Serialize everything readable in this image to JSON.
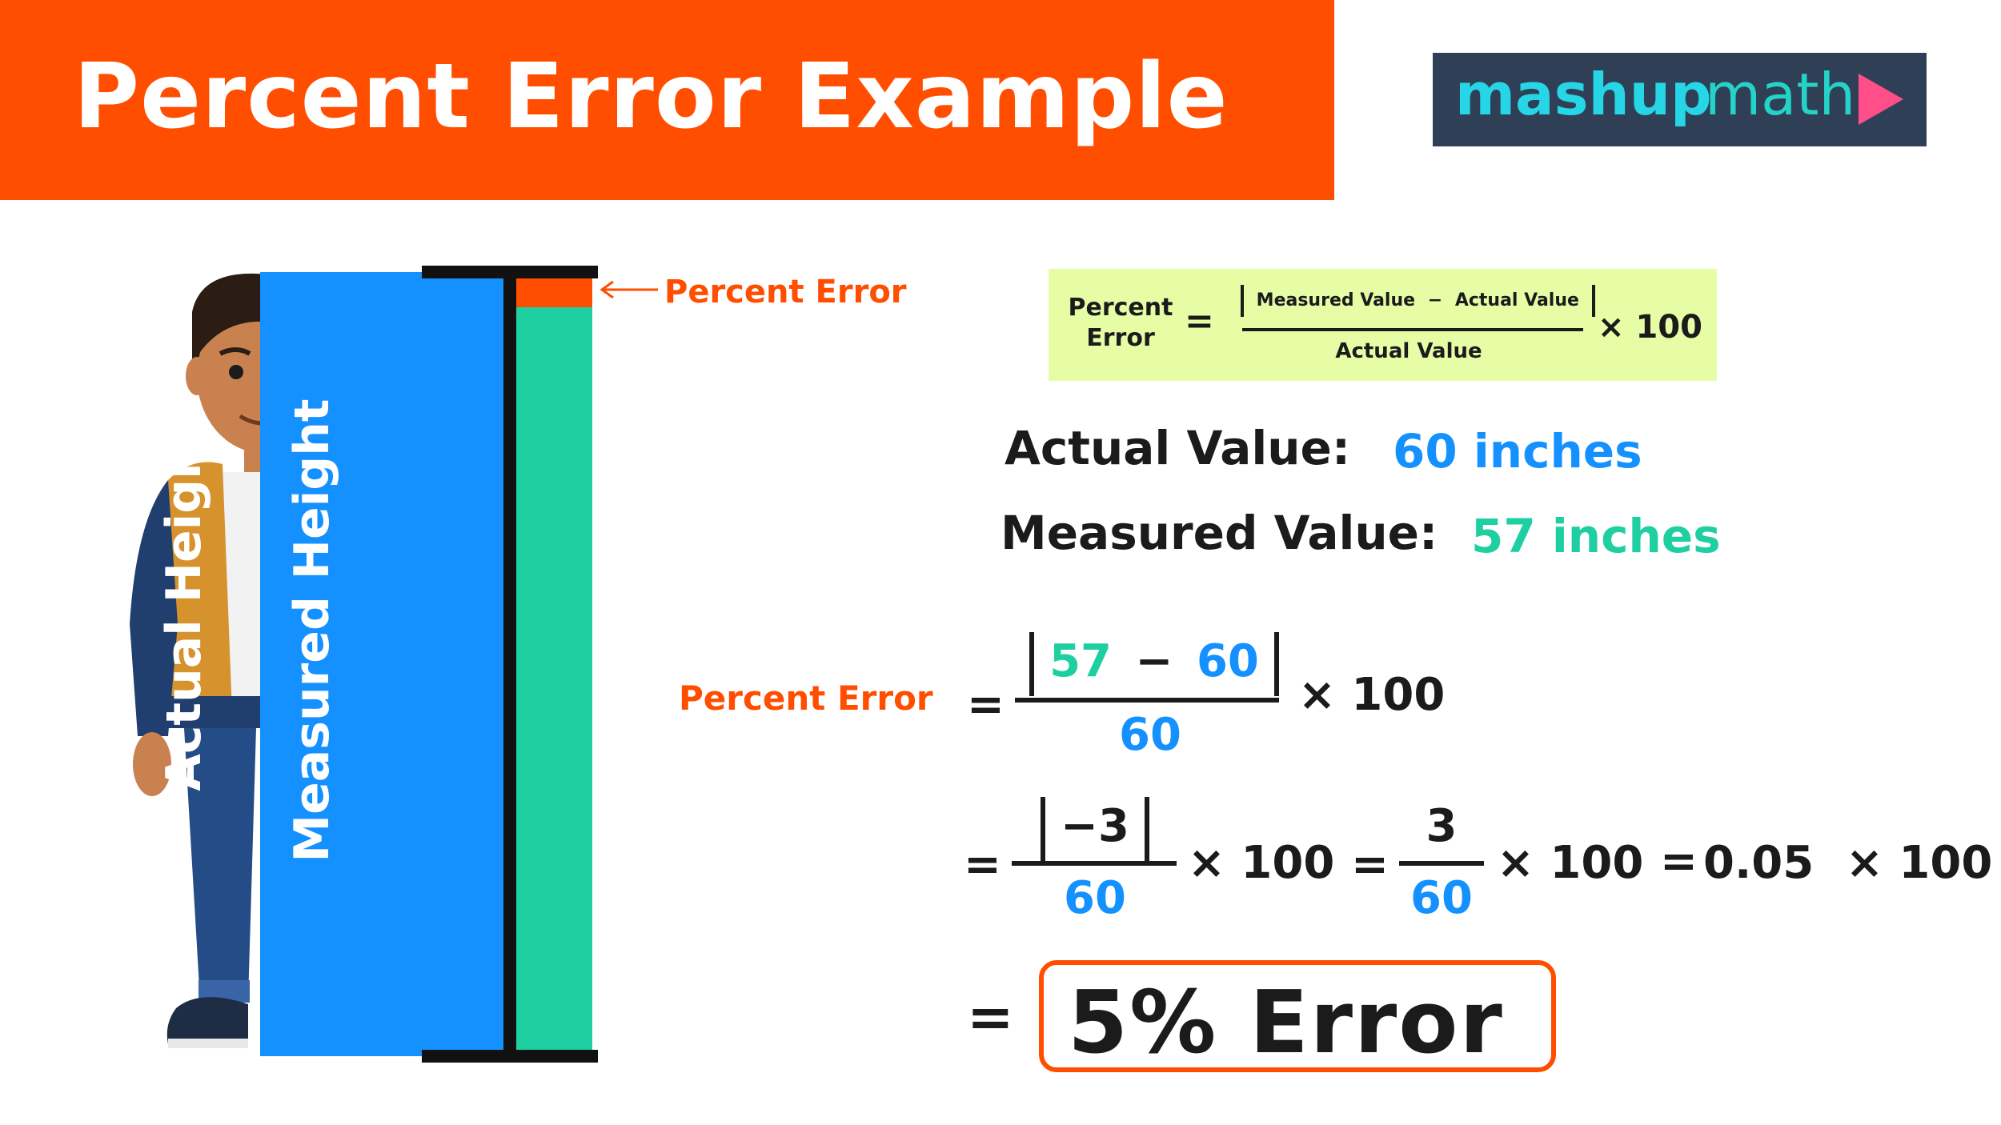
{
  "header": {
    "title": "Percent Error Example"
  },
  "logo": {
    "part1": "mashup",
    "part2": "math",
    "icon": "play-triangle-icon",
    "bg_color": "#2f4056"
  },
  "diagram": {
    "actual_height_label": "Actual Height",
    "measured_height_label": "Measured Height",
    "callout": "Percent Error",
    "colors": {
      "actual": "#1591ff",
      "measured": "#1ecfa2",
      "error": "#ff4e00"
    }
  },
  "formula": {
    "lhs_line1": "Percent",
    "lhs_line2": "Error",
    "equals": "=",
    "numerator_left": "Measured Value",
    "numerator_minus": "−",
    "numerator_right": "Actual Value",
    "denominator": "Actual Value",
    "times": "× 100"
  },
  "values": {
    "actual_label": "Actual Value:",
    "actual_value": "60 inches",
    "measured_label": "Measured Value:",
    "measured_value": "57 inches"
  },
  "calculation": {
    "label": "Percent Error",
    "step1": {
      "eq": "=",
      "num_a": "57",
      "minus": "−",
      "num_b": "60",
      "den": "60",
      "times": "× 100"
    },
    "step2": {
      "eq1": "=",
      "num": "−3",
      "den1": "60",
      "times1": "× 100",
      "eq2": "=",
      "num2": "3",
      "den2": "60",
      "times2": "× 100",
      "eq3": "=",
      "value": "0.05",
      "times3": "× 100"
    },
    "result": {
      "eq": "=",
      "text": "5% Error"
    }
  }
}
